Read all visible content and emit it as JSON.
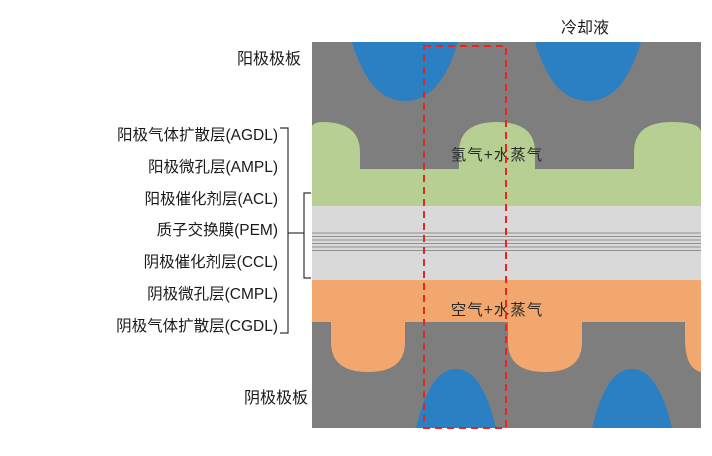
{
  "colors": {
    "plate_gray": "#7e7e7e",
    "coolant_blue": "#2b7fc3",
    "agdl_green": "#b7cf92",
    "cgdl_orange": "#f1a76d",
    "membrane_band": "#d9d9d9",
    "highlight_red": "#e8251f"
  },
  "annotations": {
    "coolant": "冷却液",
    "anode_plate": "阳极极板",
    "cathode_plate": "阴极极板"
  },
  "flows": {
    "anode_gas": "氢气+水蒸气",
    "cathode_gas": "空气+水蒸气"
  },
  "layer_labels": [
    "阳极气体扩散层(AGDL)",
    "阳极微孔层(AMPL)",
    "阳极催化剂层(ACL)",
    "质子交换膜(PEM)",
    "阴极催化剂层(CCL)",
    "阴极微孔层(CMPL)",
    "阴极气体扩散层(CGDL)"
  ]
}
